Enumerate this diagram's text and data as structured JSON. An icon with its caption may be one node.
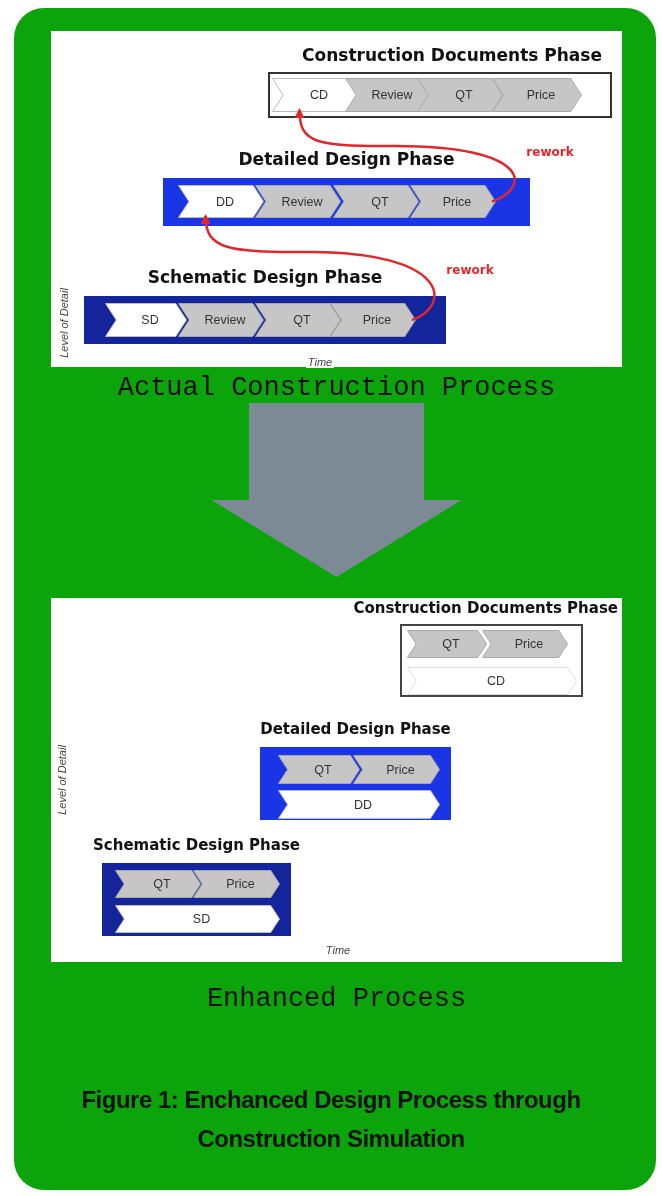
{
  "diagram": {
    "caption": "Figure 1: Enchanced Design Process through Construction Simulation",
    "nodes": [
      {
        "text": [
          "Actual Construction Process"
        ]
      },
      {
        "text": [
          "Construction Documents Phase"
        ],
        "in": 0
      },
      {
        "text": [
          "CD"
        ],
        "in": 1
      },
      {
        "text": [
          "Review"
        ],
        "in": 1
      },
      {
        "text": [
          "QT"
        ],
        "in": 1
      },
      {
        "text": [
          "Price"
        ],
        "in": 1
      },
      {
        "text": [
          "Detailed Design Phase"
        ],
        "in": 0
      },
      {
        "text": [
          "DD"
        ],
        "in": 6
      },
      {
        "text": [
          "Review"
        ],
        "in": 6
      },
      {
        "text": [
          "QT"
        ],
        "in": 6
      },
      {
        "text": [
          "Price"
        ],
        "in": 6
      },
      {
        "text": [
          "Schematic Design Phase"
        ],
        "in": 0
      },
      {
        "text": [
          "SD"
        ],
        "in": 11
      },
      {
        "text": [
          "Review"
        ],
        "in": 11
      },
      {
        "text": [
          "QT"
        ],
        "in": 11
      },
      {
        "text": [
          "Price"
        ],
        "in": 11
      },
      {
        "text": [
          "Enhanced Process"
        ]
      },
      {
        "text": [
          "Construction Documents Phase"
        ],
        "in": 16
      },
      {
        "text": [
          "QT"
        ],
        "in": 17
      },
      {
        "text": [
          "Price"
        ],
        "in": 17
      },
      {
        "text": [
          "CD"
        ],
        "in": 17
      },
      {
        "text": [
          "Detailed Design Phase"
        ],
        "in": 16
      },
      {
        "text": [
          "QT"
        ],
        "in": 21
      },
      {
        "text": [
          "Price"
        ],
        "in": 21
      },
      {
        "text": [
          "DD"
        ],
        "in": 21
      },
      {
        "text": [
          "Schematic Design Phase"
        ],
        "in": 16
      },
      {
        "text": [
          "QT"
        ],
        "in": 25
      },
      {
        "text": [
          "Price"
        ],
        "in": 25
      },
      {
        "text": [
          "SD"
        ],
        "in": 25
      }
    ],
    "edges": [
      {
        "from": 15,
        "to": 7,
        "arrow": "to",
        "label": "rework"
      },
      {
        "from": 10,
        "to": 2,
        "arrow": "to",
        "label": "rework"
      },
      {
        "from": 0,
        "to": 16,
        "arrow": "to",
        "style": "thick",
        "color": "#7b8a95"
      }
    ],
    "labels": [
      "Level of Detail",
      "Time",
      "Level of Detail",
      "Time"
    ]
  }
}
